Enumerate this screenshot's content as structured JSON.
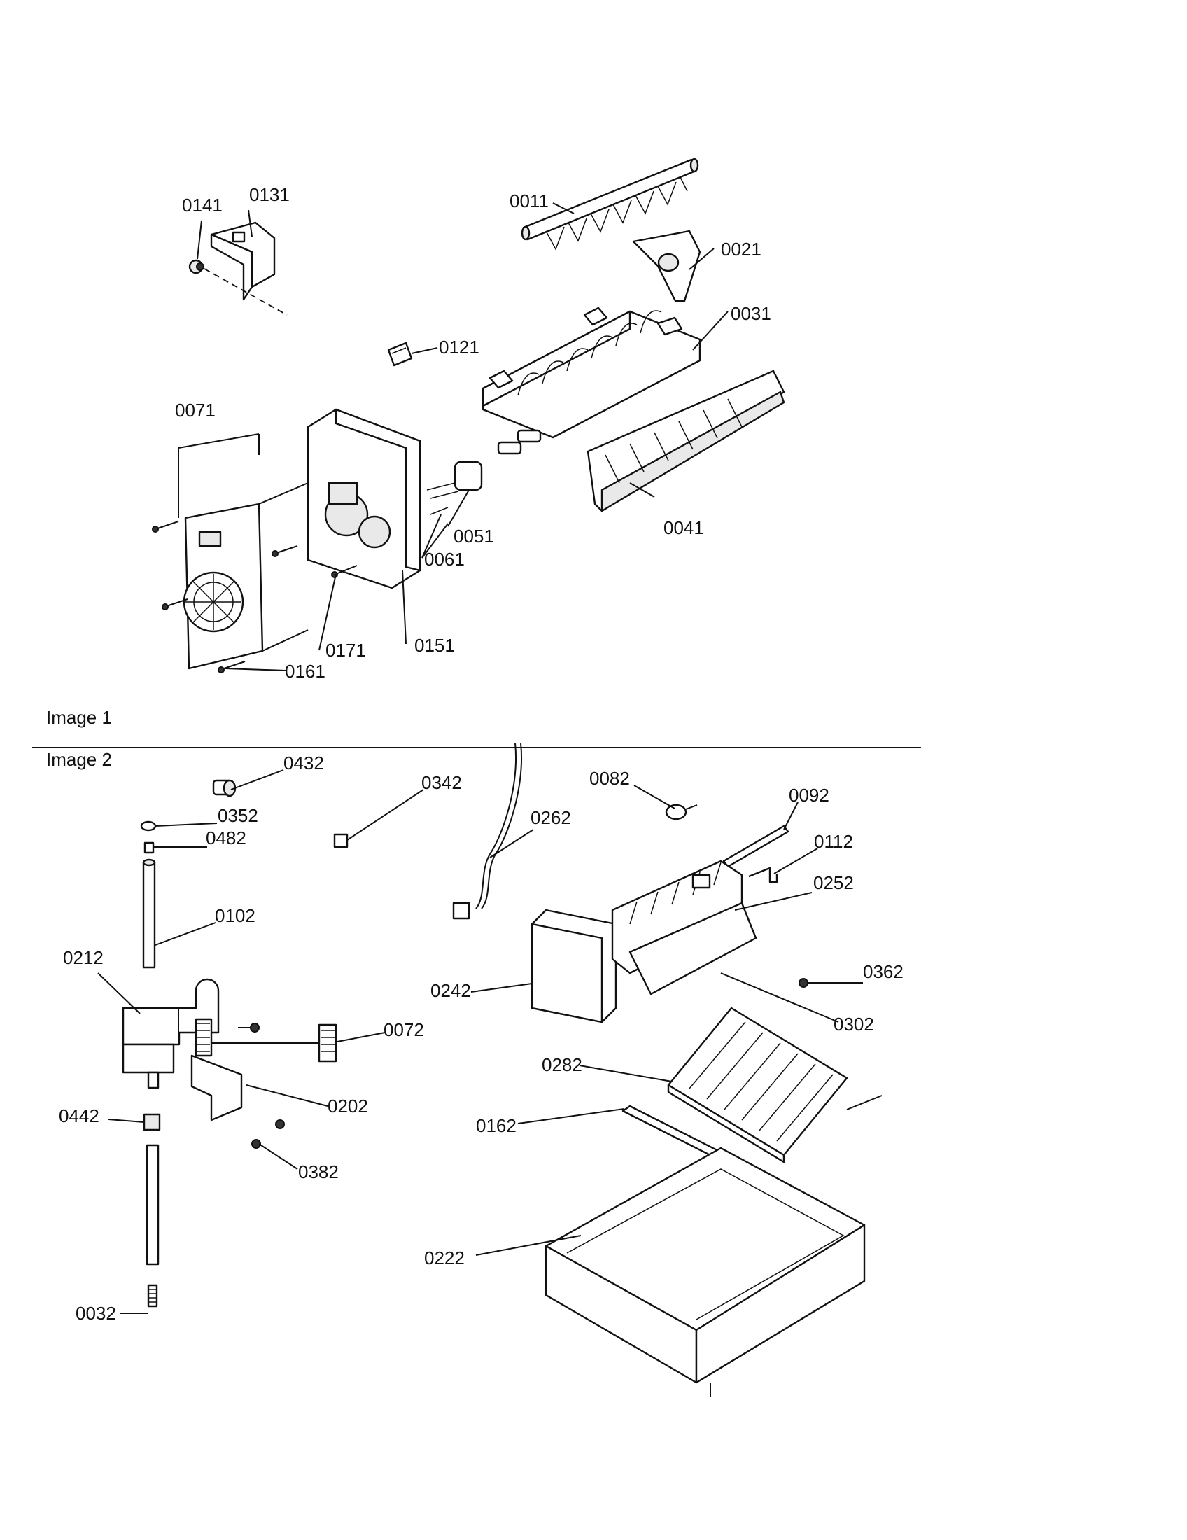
{
  "captions": {
    "image1": "Image 1",
    "image2": "Image 2"
  },
  "labels": {
    "p0141": "0141",
    "p0131": "0131",
    "p0011": "0011",
    "p0021": "0021",
    "p0031": "0031",
    "p0121": "0121",
    "p0071": "0071",
    "p0051": "0051",
    "p0041": "0041",
    "p0061": "0061",
    "p0171": "0171",
    "p0151": "0151",
    "p0161": "0161",
    "p0432": "0432",
    "p0342": "0342",
    "p0082": "0082",
    "p0092": "0092",
    "p0352": "0352",
    "p0482": "0482",
    "p0262": "0262",
    "p0112": "0112",
    "p0252": "0252",
    "p0102": "0102",
    "p0212": "0212",
    "p0362": "0362",
    "p0242": "0242",
    "p0302": "0302",
    "p0072": "0072",
    "p0282": "0282",
    "p0202": "0202",
    "p0442": "0442",
    "p0162": "0162",
    "p0382": "0382",
    "p0222": "0222",
    "p0032": "0032"
  }
}
